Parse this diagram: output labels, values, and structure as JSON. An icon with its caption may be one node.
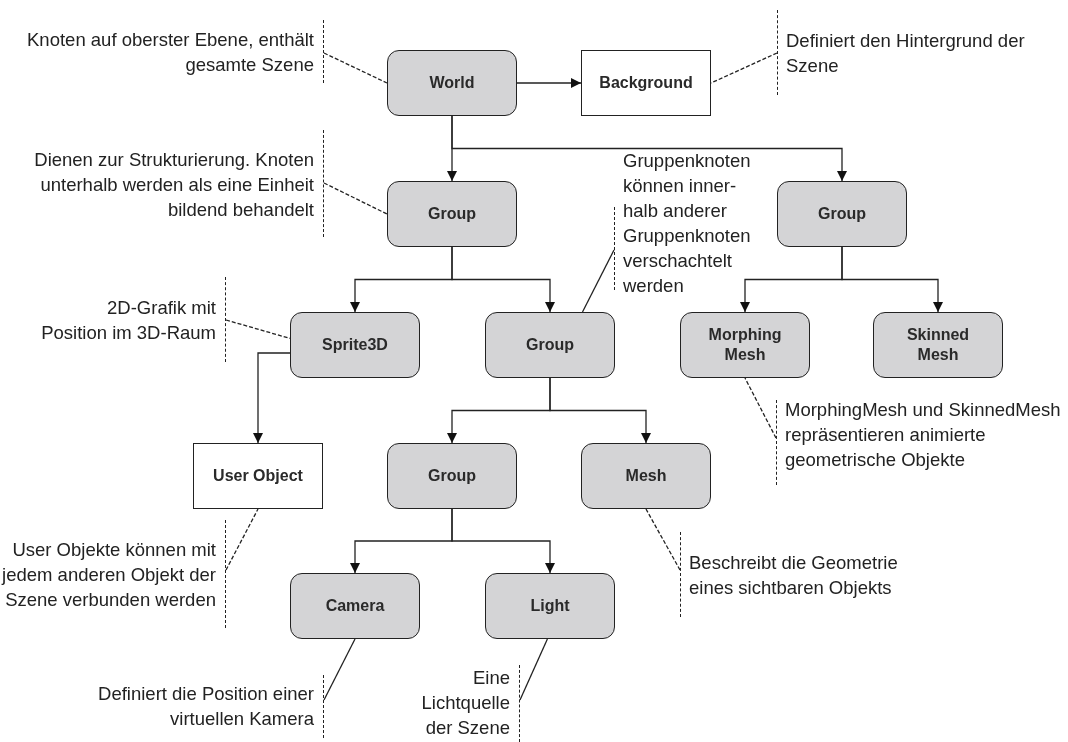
{
  "diagram": {
    "nodes": [
      {
        "text": [
          "World"
        ]
      },
      {
        "text": [
          "Background"
        ]
      },
      {
        "text": [
          "Group"
        ]
      },
      {
        "text": [
          "Group"
        ]
      },
      {
        "text": [
          "Sprite3D"
        ]
      },
      {
        "text": [
          "Group"
        ]
      },
      {
        "text": [
          "Morphing Mesh"
        ]
      },
      {
        "text": [
          "Skinned Mesh"
        ]
      },
      {
        "text": [
          "User Object"
        ]
      },
      {
        "text": [
          "Group"
        ]
      },
      {
        "text": [
          "Mesh"
        ]
      },
      {
        "text": [
          "Camera"
        ]
      },
      {
        "text": [
          "Light"
        ]
      },
      {
        "text": [
          "Knoten auf oberster Ebene, enthält gesamte Szene"
        ]
      },
      {
        "text": [
          "Definiert den Hintergrund der Szene"
        ]
      },
      {
        "text": [
          "Dienen zur Strukturierung. Knoten unterhalb werden als eine Einheit bildend behandelt"
        ]
      },
      {
        "text": [
          "Gruppenknoten können inner- halb anderer Gruppenknoten verschachtelt werden"
        ]
      },
      {
        "text": [
          "2D-Grafik mit Position im 3D-Raum"
        ]
      },
      {
        "text": [
          "MorphingMesh und SkinnedMesh repräsentieren animierte geometrische Objekte"
        ]
      },
      {
        "text": [
          "User Objekte können mit jedem anderen Objekt der Szene verbunden werden"
        ]
      },
      {
        "text": [
          "Beschreibt die Geometrie eines sichtbaren Objekts"
        ]
      },
      {
        "text": [
          "Definiert die Position einer virtuellen Kamera"
        ]
      },
      {
        "text": [
          "Eine Lichtquelle der Szene"
        ]
      }
    ],
    "edges": [
      {
        "from": 0,
        "to": 1,
        "arrow": "to"
      },
      {
        "from": 0,
        "to": 2,
        "arrow": "to"
      },
      {
        "from": 0,
        "to": 3,
        "arrow": "to"
      },
      {
        "from": 2,
        "to": 4,
        "arrow": "to"
      },
      {
        "from": 2,
        "to": 5,
        "arrow": "to"
      },
      {
        "from": 3,
        "to": 6,
        "arrow": "to"
      },
      {
        "from": 3,
        "to": 7,
        "arrow": "to"
      },
      {
        "from": 4,
        "to": 8,
        "arrow": "to"
      },
      {
        "from": 5,
        "to": 9,
        "arrow": "to"
      },
      {
        "from": 5,
        "to": 10,
        "arrow": "to"
      },
      {
        "from": 9,
        "to": 11,
        "arrow": "to"
      },
      {
        "from": 9,
        "to": 12,
        "arrow": "to"
      },
      {
        "from": 13,
        "to": 0,
        "arrow": "none",
        "style": "dashed"
      },
      {
        "from": 14,
        "to": 1,
        "arrow": "none",
        "style": "dashed"
      },
      {
        "from": 15,
        "to": 2,
        "arrow": "none",
        "style": "dashed"
      },
      {
        "from": 16,
        "to": 5,
        "arrow": "none"
      },
      {
        "from": 17,
        "to": 4,
        "arrow": "none",
        "style": "dashed"
      },
      {
        "from": 18,
        "to": 6,
        "arrow": "none",
        "style": "dashed"
      },
      {
        "from": 19,
        "to": 8,
        "arrow": "none",
        "style": "dashed"
      },
      {
        "from": 20,
        "to": 10,
        "arrow": "none",
        "style": "dashed"
      },
      {
        "from": 21,
        "to": 11,
        "arrow": "none"
      },
      {
        "from": 22,
        "to": 12,
        "arrow": "none"
      }
    ]
  }
}
